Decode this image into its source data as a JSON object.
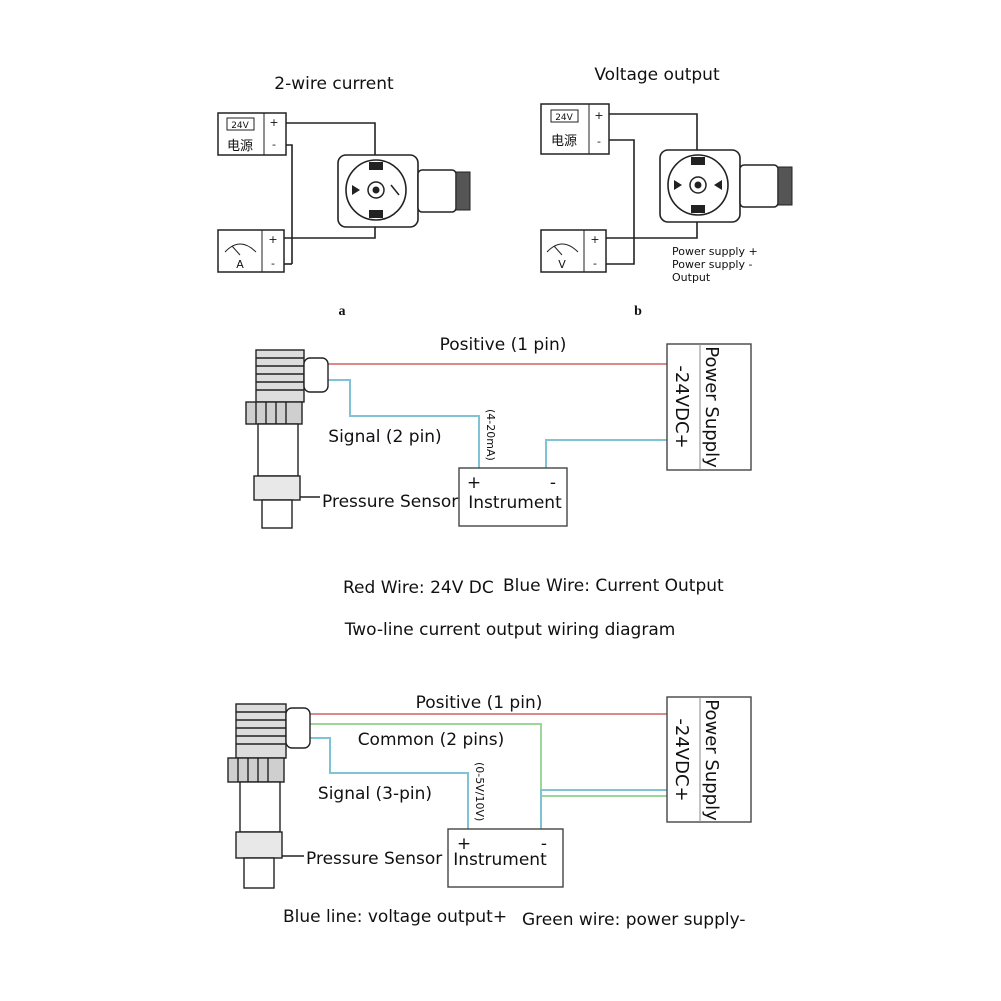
{
  "top": {
    "a": {
      "title": "2-wire current",
      "power_label": "电源",
      "power_display": "24V",
      "meter_label": "A",
      "plus": "+",
      "minus": "-",
      "caption": "a"
    },
    "b": {
      "title": "Voltage output",
      "power_label": "电源",
      "power_display": "24V",
      "meter_label": "V",
      "plus": "+",
      "minus": "-",
      "caption": "b",
      "legend": [
        "Power supply +",
        "Power supply -",
        "Output"
      ]
    }
  },
  "diagram1": {
    "positive": "Positive (1 pin)",
    "signal": "Signal (2 pin)",
    "range": "(4-20mA)",
    "sensor": "Pressure Sensor",
    "instrument": "Instrument",
    "plus": "+",
    "minus": "-",
    "supply": "Power Supply",
    "voltage": "-24VDC+",
    "note_red": "Red Wire: 24V DC",
    "note_blue": "Blue Wire: Current Output",
    "caption": "Two-line current output wiring diagram"
  },
  "diagram2": {
    "positive": "Positive (1 pin)",
    "common": "Common (2 pins)",
    "signal": "Signal (3-pin)",
    "range": "(0-5V/10V)",
    "sensor": "Pressure Sensor",
    "instrument": "Instrument",
    "plus": "+",
    "minus": "-",
    "supply": "Power Supply",
    "voltage": "-24VDC+",
    "note_blue": "Blue line: voltage output+",
    "note_green": "Green wire: power supply-"
  },
  "colors": {
    "red_wire": "#d98a8a",
    "blue_wire": "#7fc4d6",
    "green_wire": "#9ed69a",
    "line": "#222222"
  }
}
